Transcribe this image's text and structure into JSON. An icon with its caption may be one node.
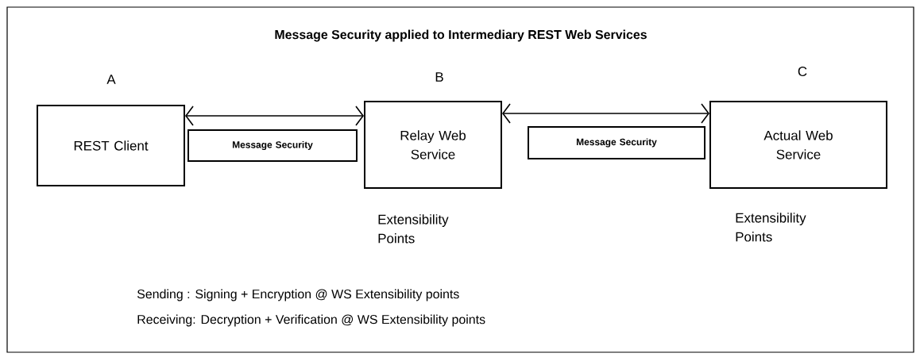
{
  "diagram": {
    "title": "Message Security applied to Intermediary REST Web Services",
    "nodes": [
      {
        "text": [
          "REST Client"
        ],
        "beside": [
          "A"
        ]
      },
      {
        "text": [
          "Message Security"
        ]
      },
      {
        "text": [
          "Relay Web Service"
        ],
        "beside": [
          "B",
          "Extensibility Points"
        ]
      },
      {
        "text": [
          "Message Security"
        ]
      },
      {
        "text": [
          "Actual Web Service"
        ],
        "beside": [
          "C",
          "Extensibility Points"
        ]
      }
    ],
    "edges": [
      {
        "from": 0,
        "to": 2,
        "arrow": "both"
      },
      {
        "from": 2,
        "to": 4,
        "arrow": "both"
      }
    ],
    "labels": [
      "Sending : Signing + Encryption @ WS Extensibility points",
      "Receiving: Decryption + Verification @ WS Extensibility points"
    ]
  }
}
